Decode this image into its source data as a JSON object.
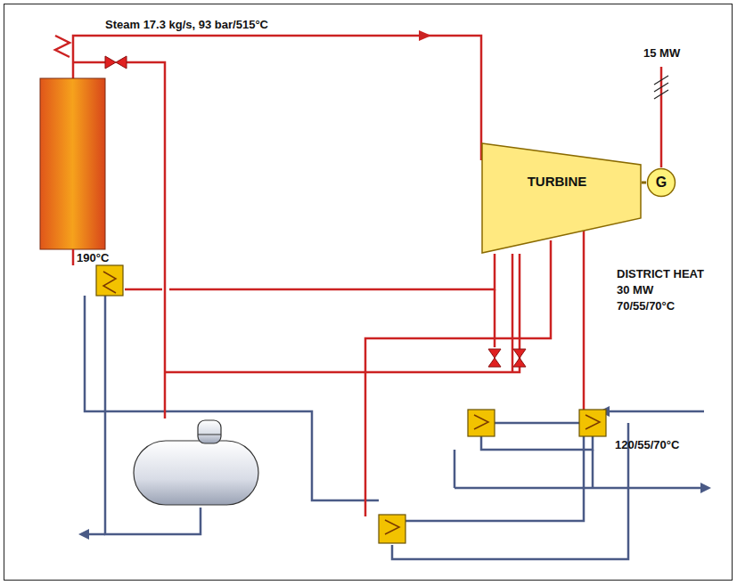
{
  "diagram": {
    "nodes": [
      {
        "text": [
          "TURBINE"
        ]
      },
      {
        "text": [
          "G"
        ]
      }
    ],
    "edges": [
      {
        "from": 0,
        "to": 1,
        "arrow": "none"
      }
    ],
    "labels": [
      "Steam 17.3 kg/s, 93 bar/515°C",
      "15 MW",
      "190°C",
      "DISTRICT HEAT",
      "30 MW",
      "70/55/70°C",
      "120/55/70°C"
    ]
  }
}
